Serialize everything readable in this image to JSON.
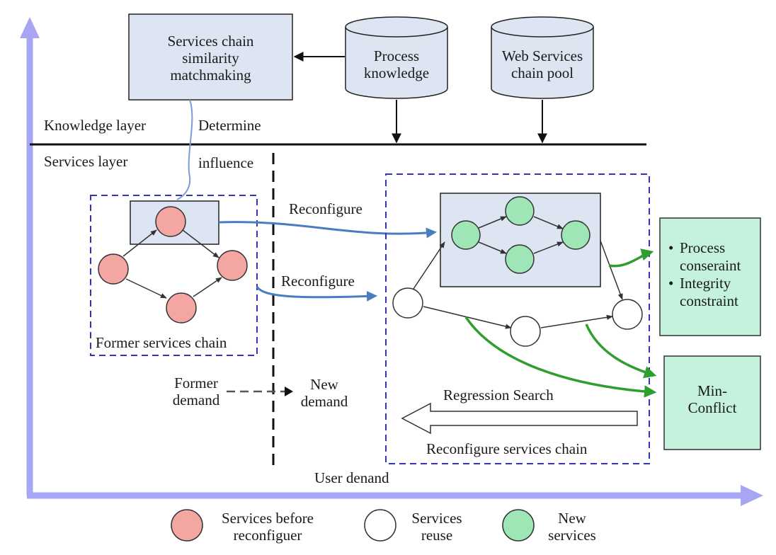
{
  "top": {
    "similarity_box": [
      "Services  chain",
      "similarity",
      "matchmaking"
    ],
    "process_knowledge": [
      "Process",
      "knowledge"
    ],
    "web_services_pool": [
      "Web Services",
      "chain pool"
    ]
  },
  "layers": {
    "knowledge": "Knowledge layer",
    "services": "Services layer",
    "determine": "Determine",
    "influence": "influence"
  },
  "chains": {
    "former": "Former services chain",
    "reconfigure_top": "Reconfigure",
    "reconfigure_bottom": "Reconfigure",
    "reconfigured": "Reconfigure services chain",
    "regression": "Regression Search"
  },
  "demand": {
    "former": [
      "Former",
      "demand"
    ],
    "new": [
      "New",
      "demand"
    ],
    "user": "User denand"
  },
  "constraints": {
    "items": [
      "Process",
      "conseraint",
      "Integrity",
      "constraint"
    ],
    "bullet": "•"
  },
  "min_conflict": [
    "Min-",
    "Conflict"
  ],
  "legend": {
    "before": [
      "Services before",
      "reconfiguer"
    ],
    "reuse": [
      "Services",
      "reuse"
    ],
    "new": [
      "New",
      "services"
    ]
  },
  "colors": {
    "axis": "#a7a6f2",
    "red_node": "#f4a6a2",
    "white_node": "#ffffff",
    "green_node": "#9fe6b6",
    "box_fill": "#dde4f2",
    "green_box": "#c4f2dc",
    "green_arrow": "#2f9e2f",
    "blue_arrow": "#4a7cc0",
    "dashed_border": "#3333bb"
  }
}
